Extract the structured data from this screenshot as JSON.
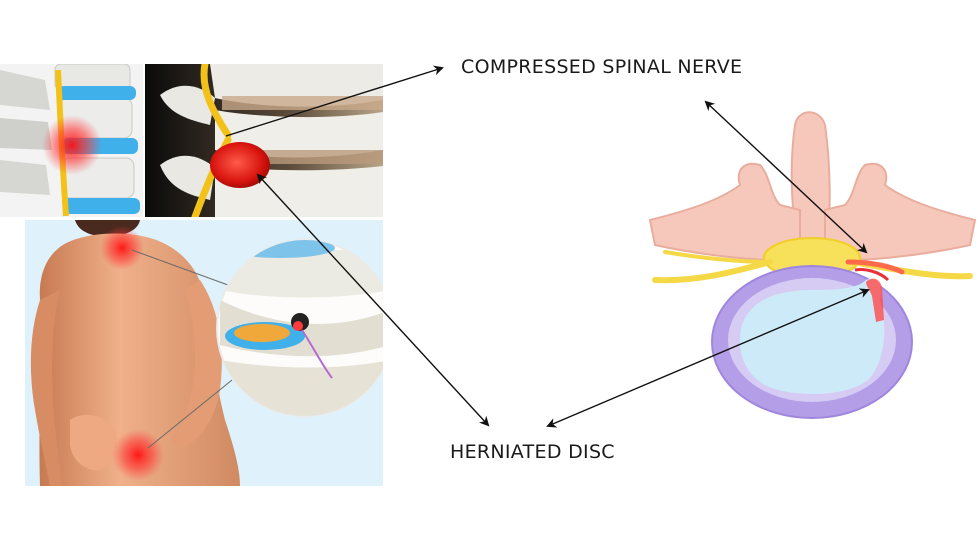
{
  "labels": {
    "compressed_nerve": "COMPRESSED SPINAL NERVE",
    "herniated_disc": "HERNIATED DISC"
  },
  "colors": {
    "disc_blue": "#3fb0ea",
    "bone": "#e8e6de",
    "inflammation_red": "#ff1a1a",
    "nerve_yellow": "#f2c21b",
    "vertebra_pink": "#f6c8bb",
    "annulus_purple": "#b49ee8",
    "nucleus_blue": "#cdeaf8",
    "skin": "#e9a27c",
    "panel_bg": "#dff2fb"
  },
  "icons": {
    "arrow": "double-headed-arrow"
  }
}
